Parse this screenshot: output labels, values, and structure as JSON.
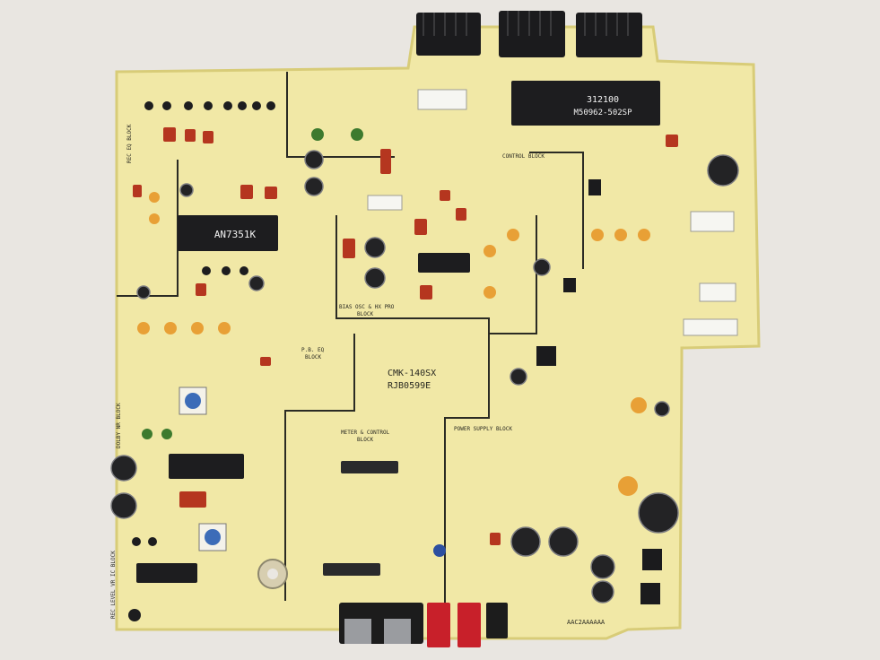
{
  "colors": {
    "background": "#e9e6e1",
    "board": "#f1e8a6",
    "board_edge": "#e4d98a",
    "trace": "#2b2b24",
    "chip": "#1d1d1f",
    "resistor_red": "#b5361f",
    "trim_orange": "#e8a036",
    "cap_green": "#3d7a2e",
    "cap_black": "#232325",
    "rca_red": "#c8202a",
    "rca_black": "#1c1c1c",
    "metal": "#9a9ca0"
  },
  "board_marks": {
    "model": "CMK-140SX",
    "part_no": "RJB0599E"
  },
  "chips": {
    "ic_amp": "AN7351K",
    "ic_control_line1": "312100",
    "ic_control_line2": "M50962-502SP"
  },
  "blocks": {
    "rec_eq": "REC EQ BLOCK",
    "control": "CONTROL BLOCK",
    "bias_osc": "BIAS OSC & HX PRO",
    "bias_osc_block": "BLOCK",
    "pb_eq": "P.B. EQ",
    "pb_eq_block": "BLOCK",
    "meter_control": "METER & CONTROL",
    "meter_control_block": "BLOCK",
    "power_supply": "POWER SUPPLY BLOCK",
    "dolby_nr": "DOLBY NR BLOCK",
    "rec_level": "REC LEVEL VR IC BLOCK"
  },
  "footer_code": "AAC2AAAAAA"
}
